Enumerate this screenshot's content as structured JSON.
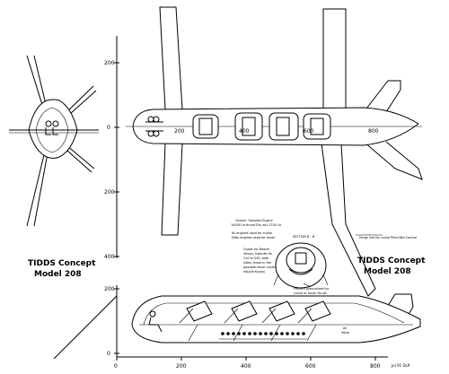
{
  "vertical_axis_ticks": [
    "200",
    "0",
    "200",
    "400"
  ],
  "elevation_axis_ticks": [
    "200",
    "0"
  ],
  "plan_station_labels": [
    "200",
    "400",
    "600",
    "800"
  ],
  "bottom_axis_ticks": [
    "0",
    "200",
    "400",
    "600",
    "800"
  ],
  "title_left": [
    "TIDDS Concept",
    "Model 208"
  ],
  "title_right": [
    "TIDDS Concept",
    "Model 208"
  ],
  "engine_note": [
    "Generic Turbofan Engine",
    "14000 Lb thrust  Dry wt=1700 Lb",
    "All engines used for cruise",
    "Ditto engines used for hover"
  ],
  "section_label": "SECTION  B - B",
  "hinge_note": "Hinge line for cruise Pitch/Roll Control",
  "cooler_note": [
    "Cooler for Bearer",
    "Vessel, Submits its",
    "210 to 500, both",
    "sides, these in the",
    "possible hover control",
    "roll/pitch/yaw)"
  ],
  "plenum_note": [
    "Plenum pressurized for",
    "cruise or hover thrust"
  ],
  "air_label": "Air",
  "valve_label": "Valve",
  "signature": "Jul 91  DLR"
}
